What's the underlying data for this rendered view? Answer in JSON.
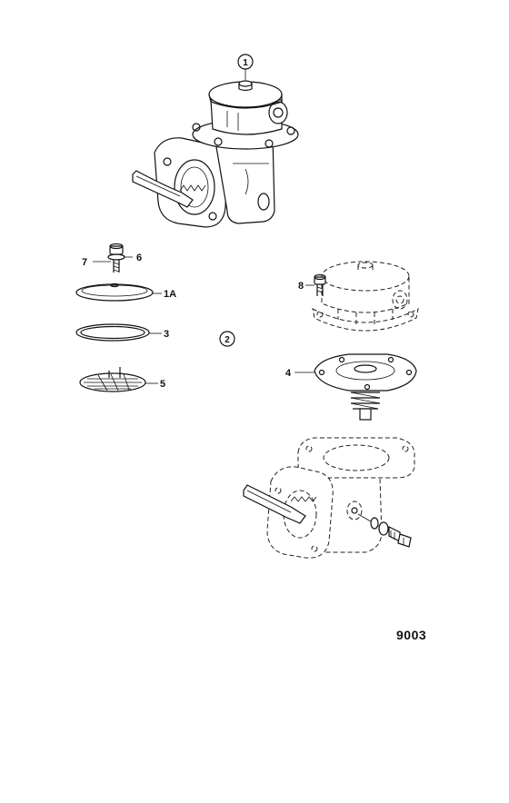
{
  "callouts": {
    "c1": "1",
    "c2": "2",
    "c7": "7",
    "c6": "6",
    "c1a": "1A",
    "c3": "3",
    "c5": "5",
    "c8": "8",
    "c4": "4"
  },
  "drawing_number": "9003"
}
